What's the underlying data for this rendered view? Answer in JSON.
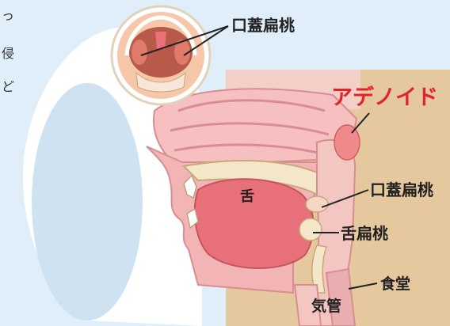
{
  "side_text": [
    "っ",
    "侵",
    "ど"
  ],
  "labels": {
    "palatine_top": "口蓋扁桃",
    "adenoid": "アデノイド",
    "palatine_side": "口蓋扁桃",
    "tongue": "舌",
    "lingual_tonsil": "舌扁桃",
    "esophagus": "食堂",
    "trachea": "気管"
  },
  "colors": {
    "background": "#dfeef8",
    "accent_red": "#e0242c",
    "wall_tan": "#e6c89e",
    "flesh_pink": "#f2b4b4",
    "tongue_red": "#e8707a",
    "bone": "#f3e6c9"
  }
}
